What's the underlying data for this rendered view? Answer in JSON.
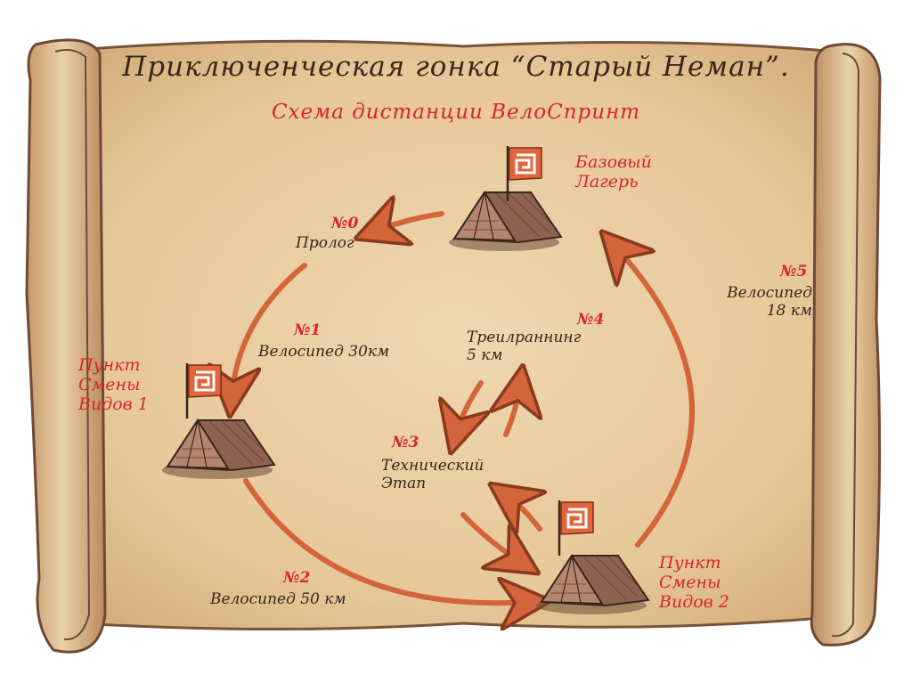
{
  "title": "Приключенческая гонка “Старый Неман”.",
  "subtitle": "Схема дистанции ВелоСпринт",
  "colors": {
    "parchment": "#e9cda2",
    "parchment_dark": "#c99d6a",
    "scroll_edge": "#6d4a35",
    "ink": "#3a2618",
    "accent_red": "#d8262a",
    "arrow": "#d4653a",
    "flag": "#e2643c"
  },
  "places": {
    "base_camp": [
      "Базовый",
      "Лагерь"
    ],
    "transition_1": [
      "Пункт",
      "Смены",
      "Видов 1"
    ],
    "transition_2": [
      "Пункт",
      "Смены",
      "Видов 2"
    ]
  },
  "stages": [
    {
      "number": "№0",
      "lines": [
        "Пролог"
      ]
    },
    {
      "number": "№1",
      "lines": [
        "Велосипед  30км"
      ]
    },
    {
      "number": "№2",
      "lines": [
        "Велосипед  50 км"
      ]
    },
    {
      "number": "№3",
      "lines": [
        "Технический",
        "Этап"
      ]
    },
    {
      "number": "№4",
      "lines": [
        "Треилраннинг",
        "5 км"
      ]
    },
    {
      "number": "№5",
      "lines": [
        "Велосипед",
        "18 км"
      ]
    }
  ],
  "flag_icon": "greek-key-flag-icon"
}
